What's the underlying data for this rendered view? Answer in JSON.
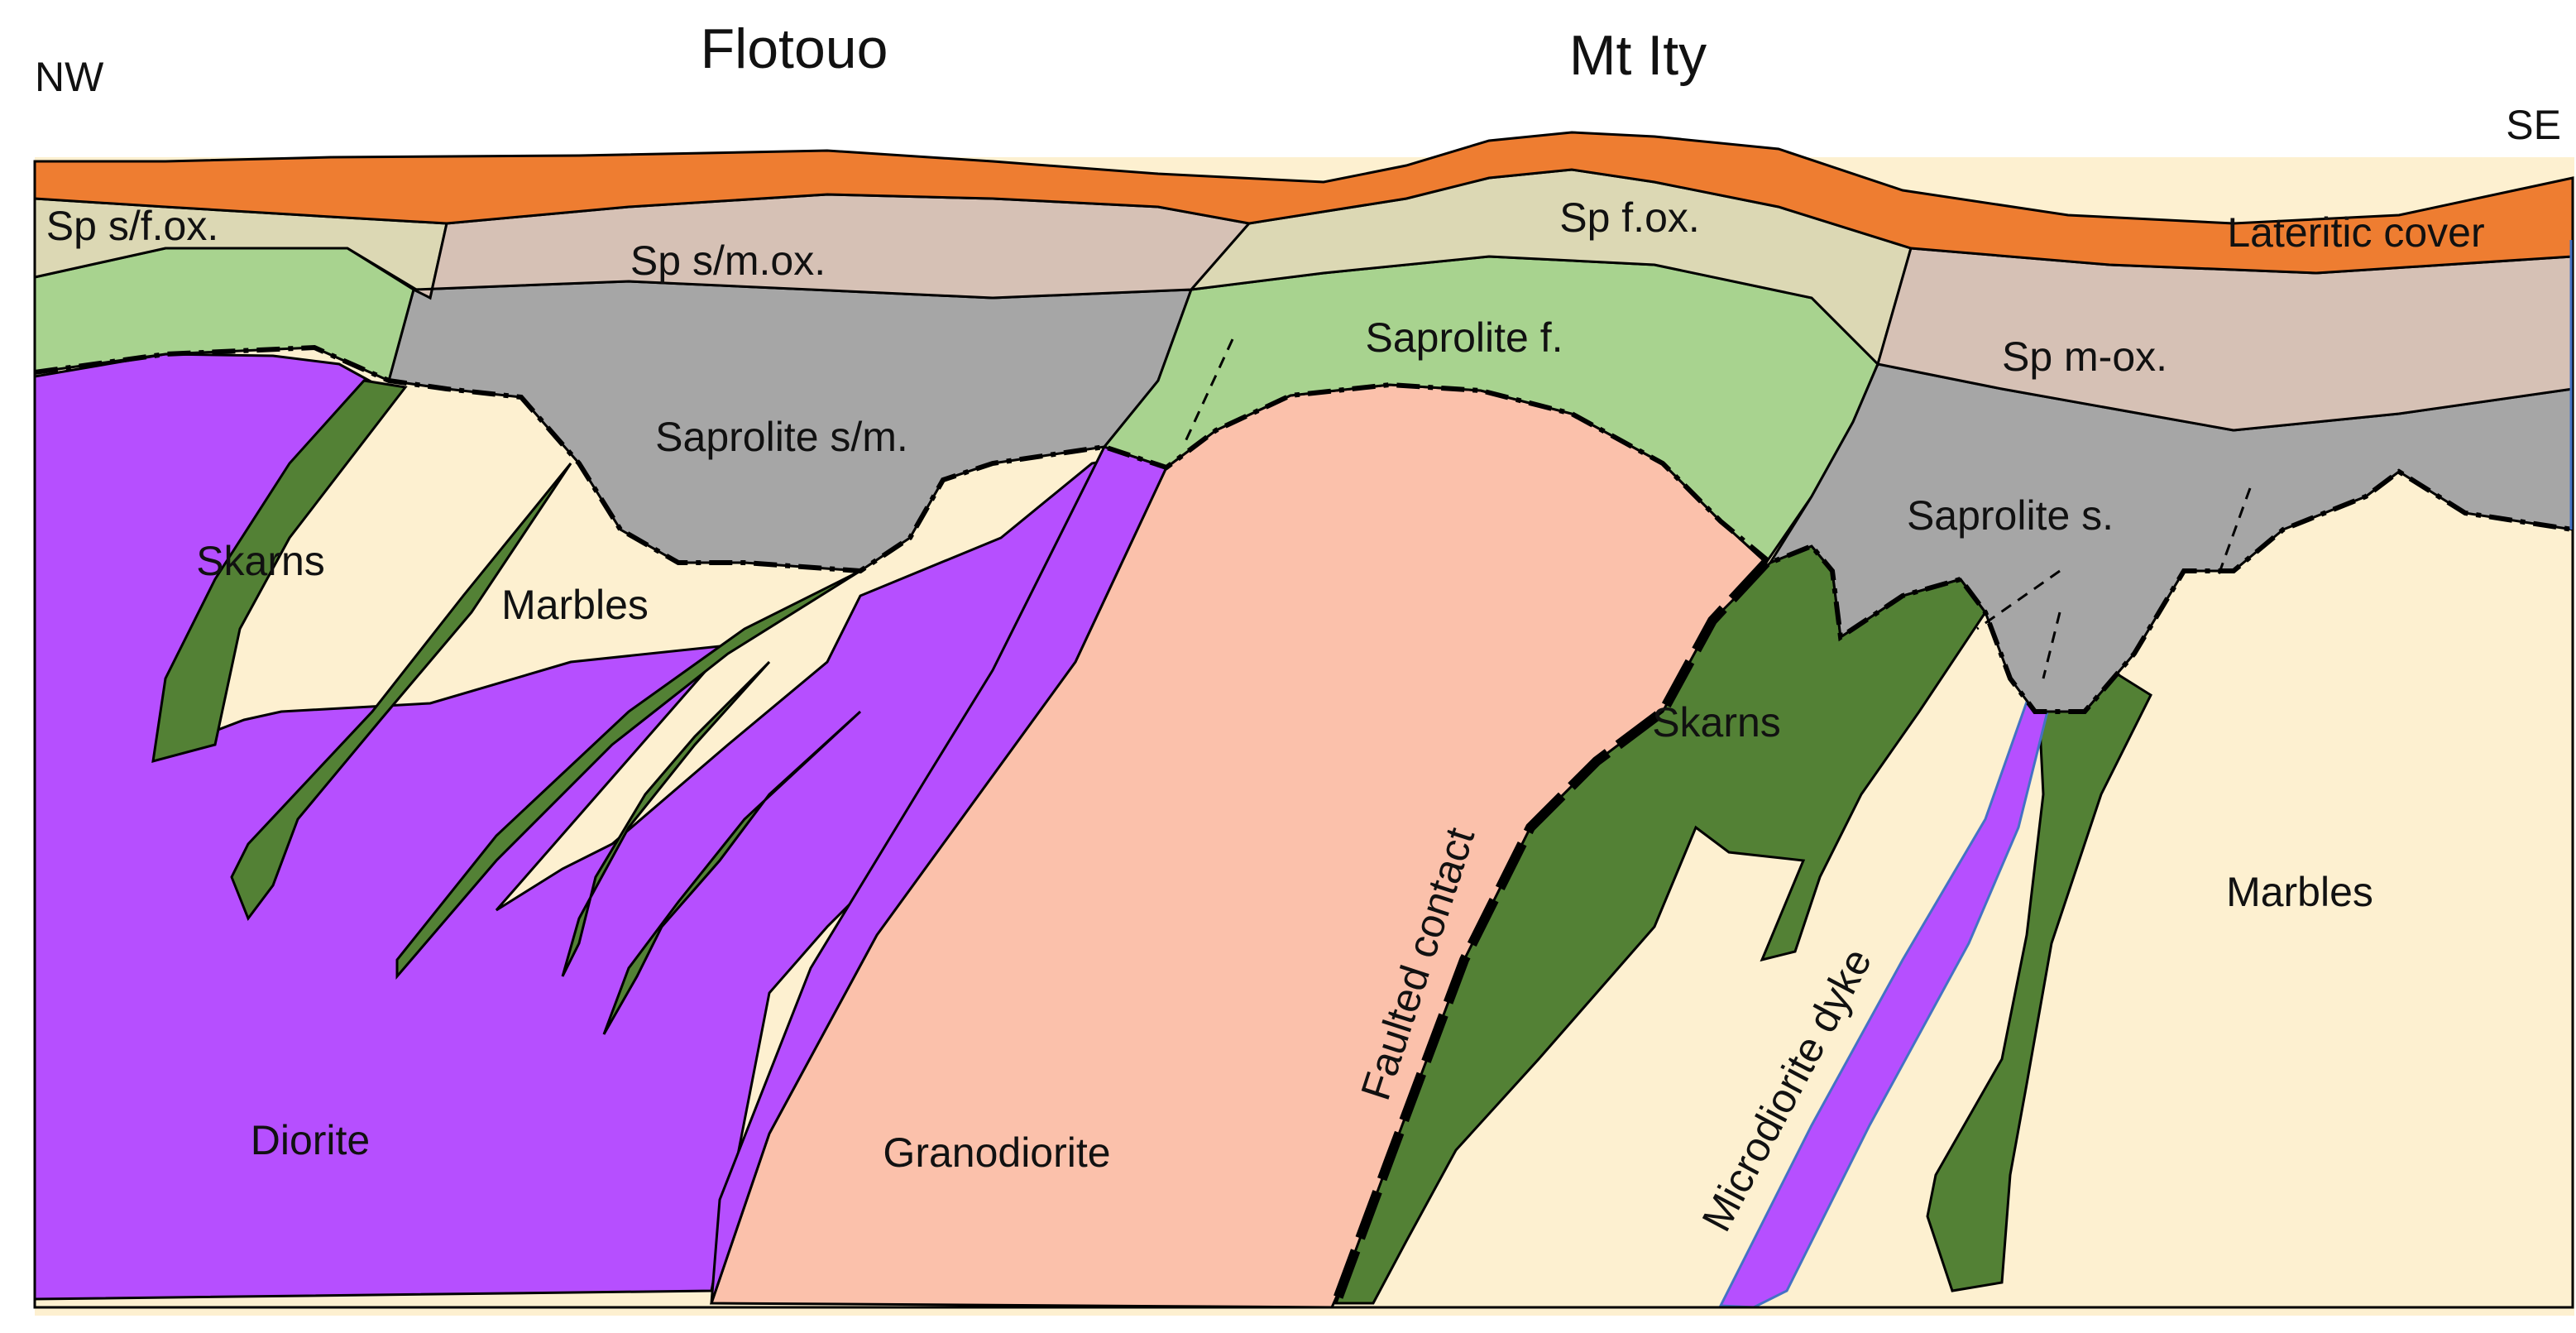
{
  "title_left": "Flotouo",
  "title_right": "Mt Ity",
  "direction_left": "NW",
  "direction_right": "SE",
  "units": {
    "lateritic_cover": "Lateritic cover",
    "sp_sf_ox": "Sp s/f.ox.",
    "sp_sm_ox": "Sp s/m.ox.",
    "sp_f_ox": "Sp f.ox.",
    "sp_m_ox": "Sp m-ox.",
    "saprolite_sm": "Saprolite s/m.",
    "saprolite_f": "Saprolite f.",
    "saprolite_s": "Saprolite s.",
    "skarns_left": "Skarns",
    "skarns_right": "Skarns",
    "marbles_left": "Marbles",
    "marbles_right": "Marbles",
    "diorite": "Diorite",
    "granodiorite": "Granodiorite",
    "faulted_contact": "Faulted contact",
    "microdiorite_dyke": "Microdiorite dyke"
  },
  "colors": {
    "lateritic_cover": "#ee7d31",
    "sp_light": "#dcd8b4",
    "sp_pink": "#d6c1b5",
    "saprolite_grey": "#a6a6a6",
    "saprolite_green": "#a8d38f",
    "marbles": "#fdf0d0",
    "skarns": "#538135",
    "diorite": "#b64fff",
    "granodiorite": "#fbc1ab"
  }
}
